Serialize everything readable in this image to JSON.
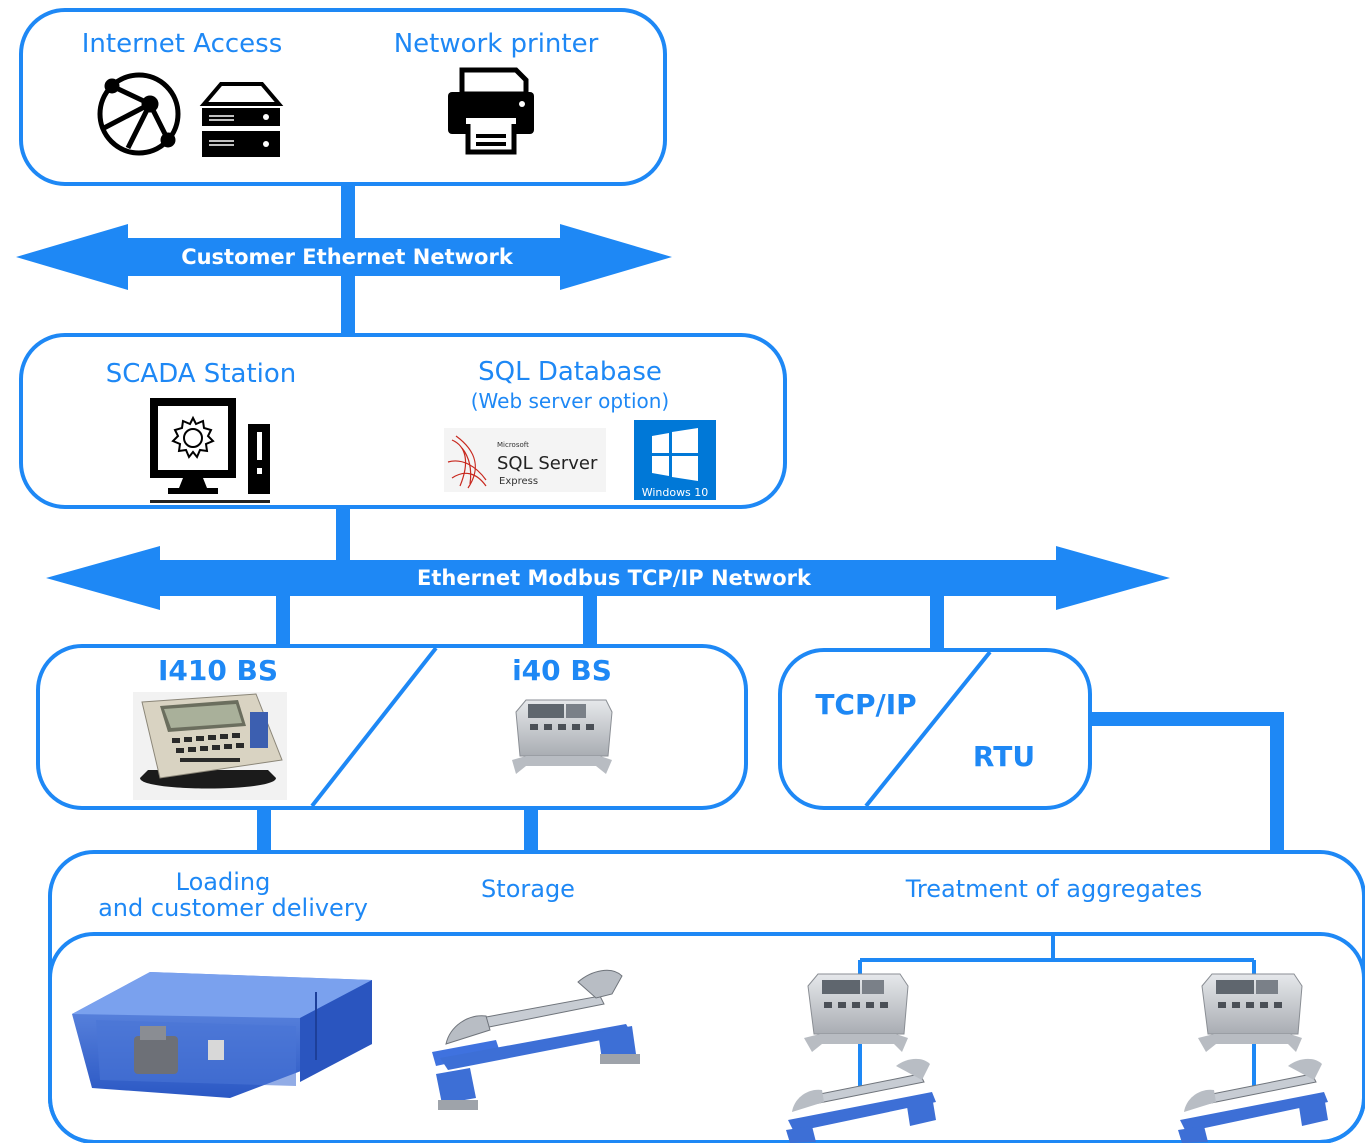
{
  "top_box": {
    "internet_access": "Internet Access",
    "network_printer": "Network printer"
  },
  "customer_network": "Customer Ethernet Network",
  "scada_box": {
    "scada_station": "SCADA Station",
    "sql_database": "SQL Database",
    "web_server_option": "(Web server option)",
    "sql_logo": {
      "microsoft": "Microsoft",
      "product": "SQL Server",
      "edition": "Express"
    },
    "windows_logo": "Windows 10"
  },
  "modbus_network": "Ethernet Modbus TCP/IP Network",
  "indicators_box": {
    "i410": "I410 BS",
    "i40": "i40 BS"
  },
  "converter_box": {
    "tcpip": "TCP/IP",
    "rtu": "RTU"
  },
  "field_box": {
    "loading_line1": "Loading",
    "loading_line2": "and customer delivery",
    "storage": "Storage",
    "treatment": "Treatment of aggregates"
  },
  "colors": {
    "accent": "#1e88f5",
    "device_blue": "#3d6fd6",
    "steel": "#c9ccd1"
  }
}
